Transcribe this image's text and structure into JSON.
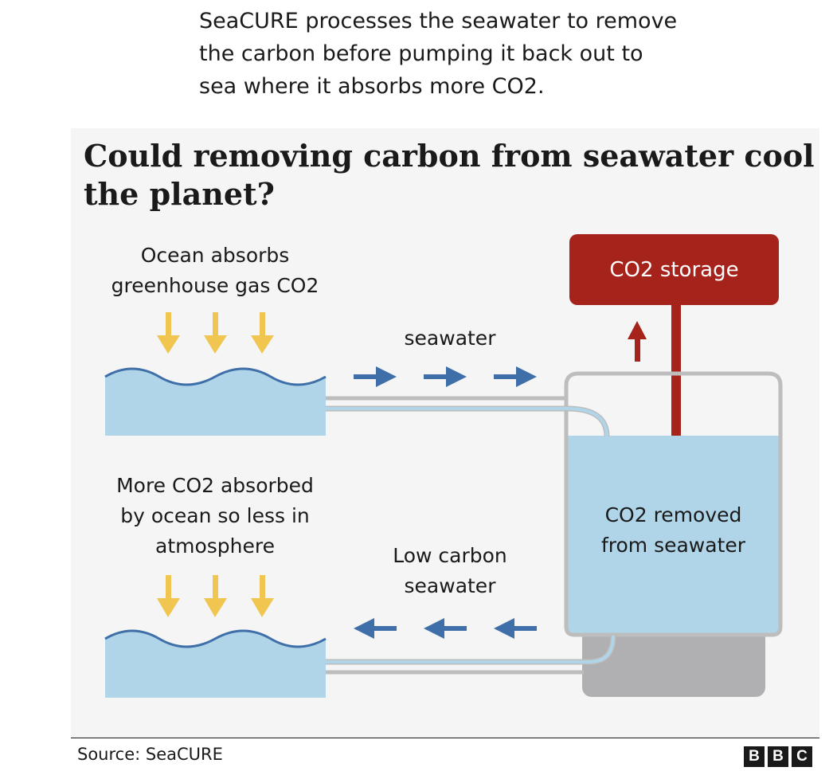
{
  "caption": {
    "line1": "SeaCURE processes the seawater to remove",
    "line2": "the carbon before pumping it back out to",
    "line3": "sea where it absorbs more CO2."
  },
  "title": {
    "line1": "Could removing carbon from seawater cool",
    "line2": "the planet?"
  },
  "labels": {
    "ocean_absorbs_1": "Ocean absorbs",
    "ocean_absorbs_2": "greenhouse gas CO2",
    "seawater": "seawater",
    "co2_storage": "CO2 storage",
    "co2_removed_1": "CO2 removed",
    "co2_removed_2": "from seawater",
    "more_co2_1": "More CO2 absorbed",
    "more_co2_2": "by ocean so less in",
    "more_co2_3": "atmosphere",
    "low_carbon_1": "Low carbon",
    "low_carbon_2": "seawater"
  },
  "footer": {
    "source": "Source: SeaCURE",
    "logo": [
      "B",
      "B",
      "C"
    ]
  },
  "colors": {
    "water": "#b0d4e8",
    "wave_line": "#3e6fa8",
    "flow_arrow": "#3e6fa8",
    "sun_arrow": "#f0c550",
    "storage_red": "#a5231b",
    "pipe_grey": "#bdbdbd",
    "tank_base": "#b0b0b3",
    "panel_bg": "#f5f5f5"
  },
  "icons": {
    "down_arrows": "yellow-down-arrow-icon",
    "flow_right": "blue-right-arrow-icon",
    "flow_left": "blue-left-arrow-icon",
    "up_arrow": "red-up-arrow-icon"
  }
}
